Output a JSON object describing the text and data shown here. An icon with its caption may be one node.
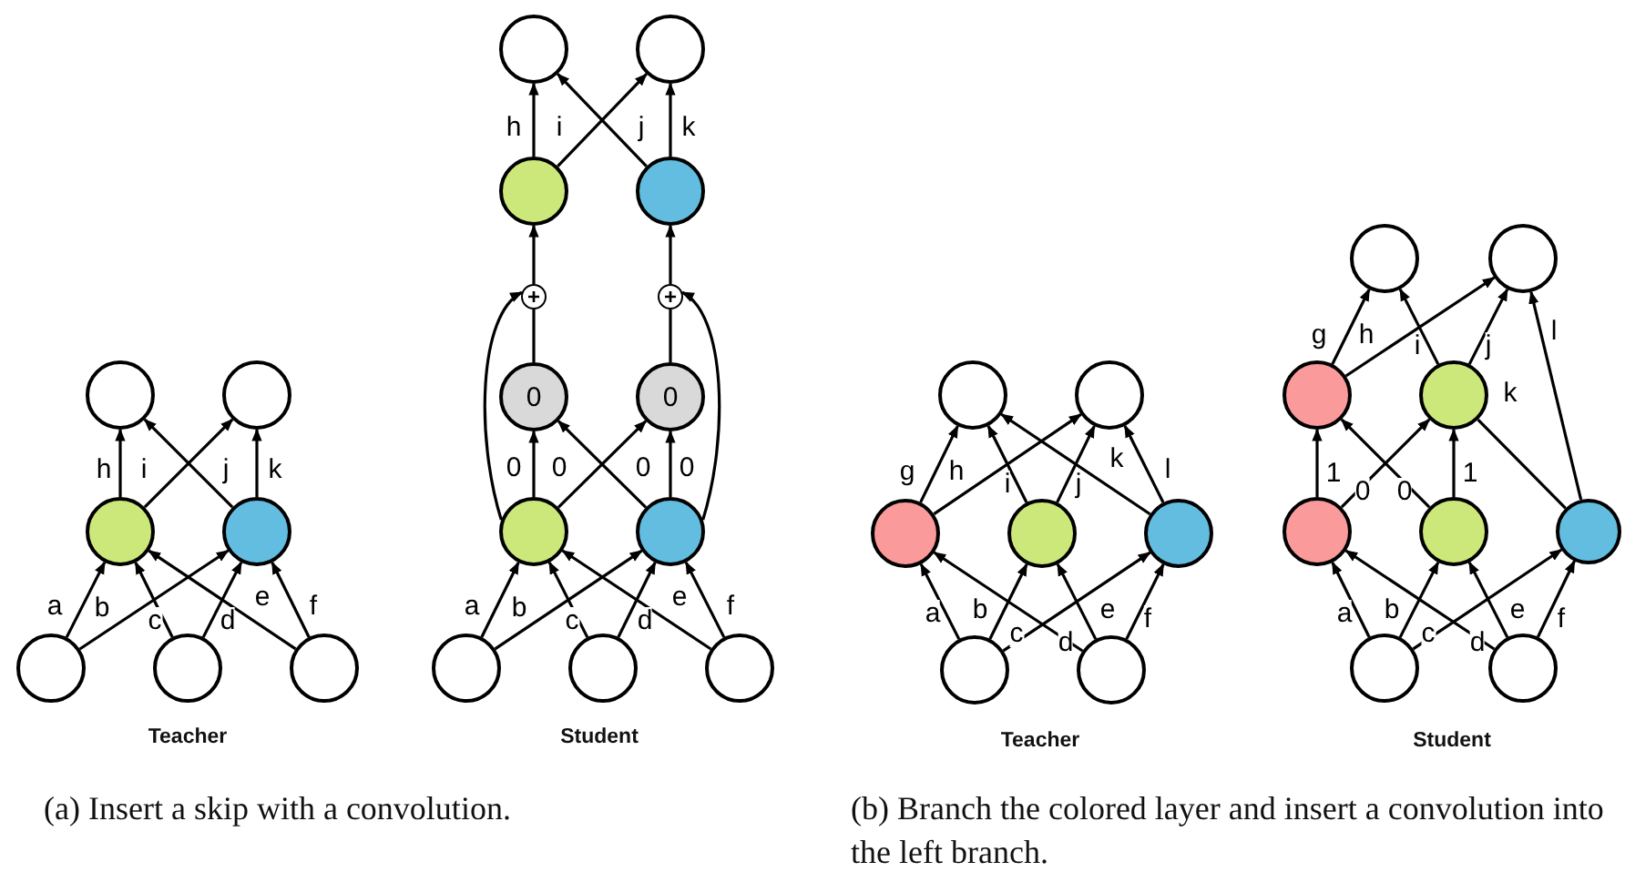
{
  "diagram": {
    "nodes": [
      {
        "text": [],
        "shape": "circle"
      },
      {
        "text": [],
        "shape": "circle"
      },
      {
        "text": [],
        "shape": "circle"
      },
      {
        "text": [],
        "shape": "circle"
      },
      {
        "text": [],
        "shape": "circle"
      },
      {
        "text": [],
        "shape": "circle"
      },
      {
        "text": [],
        "shape": "circle"
      },
      {
        "text": [],
        "shape": "circle"
      },
      {
        "text": [],
        "shape": "circle"
      },
      {
        "text": [],
        "shape": "circle"
      },
      {
        "text": [],
        "shape": "circle"
      },
      {
        "text": [],
        "shape": "circle"
      },
      {
        "text": [
          "0"
        ]
      },
      {
        "text": [
          "0"
        ]
      },
      {
        "text": [
          "+"
        ]
      },
      {
        "text": [
          "+"
        ]
      },
      {
        "text": [],
        "shape": "circle"
      },
      {
        "text": [],
        "shape": "circle"
      },
      {
        "text": [],
        "shape": "circle"
      },
      {
        "text": [],
        "shape": "circle"
      },
      {
        "text": [],
        "shape": "circle"
      },
      {
        "text": [],
        "shape": "circle"
      },
      {
        "text": [],
        "shape": "circle"
      },
      {
        "text": [],
        "shape": "circle"
      },
      {
        "text": [],
        "shape": "circle"
      },
      {
        "text": [],
        "shape": "circle"
      },
      {
        "text": [],
        "shape": "circle"
      },
      {
        "text": [],
        "shape": "circle"
      },
      {
        "text": [],
        "shape": "circle"
      },
      {
        "text": [],
        "shape": "circle"
      },
      {
        "text": [],
        "shape": "circle"
      },
      {
        "text": [],
        "shape": "circle"
      },
      {
        "text": [],
        "shape": "circle"
      },
      {
        "text": [],
        "shape": "circle"
      },
      {
        "text": [],
        "shape": "circle"
      },
      {
        "text": [],
        "shape": "circle"
      }
    ],
    "edges": [
      {
        "from": 0,
        "to": 3,
        "arrow": "to",
        "label": "a"
      },
      {
        "from": 0,
        "to": 4,
        "arrow": "to",
        "label": "b"
      },
      {
        "from": 1,
        "to": 3,
        "arrow": "to",
        "label": "c"
      },
      {
        "from": 1,
        "to": 4,
        "arrow": "to",
        "label": "d"
      },
      {
        "from": 2,
        "to": 3,
        "arrow": "to",
        "label": "e"
      },
      {
        "from": 2,
        "to": 4,
        "arrow": "to",
        "label": "f"
      },
      {
        "from": 3,
        "to": 5,
        "arrow": "to",
        "label": "h"
      },
      {
        "from": 3,
        "to": 6,
        "arrow": "to",
        "label": "i"
      },
      {
        "from": 4,
        "to": 5,
        "arrow": "to",
        "label": "j"
      },
      {
        "from": 4,
        "to": 6,
        "arrow": "to",
        "label": "k"
      },
      {
        "from": 7,
        "to": 10,
        "arrow": "to",
        "label": "a"
      },
      {
        "from": 7,
        "to": 11,
        "arrow": "to",
        "label": "b"
      },
      {
        "from": 8,
        "to": 10,
        "arrow": "to",
        "label": "c"
      },
      {
        "from": 8,
        "to": 11,
        "arrow": "to",
        "label": "d"
      },
      {
        "from": 9,
        "to": 10,
        "arrow": "to",
        "label": "e"
      },
      {
        "from": 9,
        "to": 11,
        "arrow": "to",
        "label": "f"
      },
      {
        "from": 10,
        "to": 12,
        "arrow": "to",
        "label": "0"
      },
      {
        "from": 10,
        "to": 13,
        "arrow": "to",
        "label": "0"
      },
      {
        "from": 11,
        "to": 12,
        "arrow": "to",
        "label": "0"
      },
      {
        "from": 11,
        "to": 13,
        "arrow": "to",
        "label": "0"
      },
      {
        "from": 12,
        "to": 14,
        "arrow": "none"
      },
      {
        "from": 13,
        "to": 15,
        "arrow": "none"
      },
      {
        "from": 10,
        "to": 14,
        "arrow": "to"
      },
      {
        "from": 11,
        "to": 15,
        "arrow": "to"
      },
      {
        "from": 14,
        "to": 16,
        "arrow": "to"
      },
      {
        "from": 15,
        "to": 17,
        "arrow": "to"
      },
      {
        "from": 16,
        "to": 18,
        "arrow": "to",
        "label": "h"
      },
      {
        "from": 16,
        "to": 19,
        "arrow": "to",
        "label": "i"
      },
      {
        "from": 17,
        "to": 18,
        "arrow": "to",
        "label": "j"
      },
      {
        "from": 17,
        "to": 19,
        "arrow": "to",
        "label": "k"
      },
      {
        "from": 20,
        "to": 22,
        "arrow": "to",
        "label": "a"
      },
      {
        "from": 20,
        "to": 23,
        "arrow": "to",
        "label": "b"
      },
      {
        "from": 20,
        "to": 24,
        "arrow": "to",
        "label": "c"
      },
      {
        "from": 21,
        "to": 22,
        "arrow": "to",
        "label": "d"
      },
      {
        "from": 21,
        "to": 23,
        "arrow": "to",
        "label": "e"
      },
      {
        "from": 21,
        "to": 24,
        "arrow": "to",
        "label": "f"
      },
      {
        "from": 22,
        "to": 25,
        "arrow": "to",
        "label": "g"
      },
      {
        "from": 22,
        "to": 26,
        "arrow": "to",
        "label": "h"
      },
      {
        "from": 23,
        "to": 25,
        "arrow": "to",
        "label": "i"
      },
      {
        "from": 23,
        "to": 26,
        "arrow": "to",
        "label": "j"
      },
      {
        "from": 24,
        "to": 25,
        "arrow": "to",
        "label": "k"
      },
      {
        "from": 24,
        "to": 26,
        "arrow": "to",
        "label": "l"
      },
      {
        "from": 27,
        "to": 29,
        "arrow": "to",
        "label": "a"
      },
      {
        "from": 27,
        "to": 30,
        "arrow": "to",
        "label": "b"
      },
      {
        "from": 27,
        "to": 31,
        "arrow": "to",
        "label": "c"
      },
      {
        "from": 28,
        "to": 29,
        "arrow": "to",
        "label": "d"
      },
      {
        "from": 28,
        "to": 30,
        "arrow": "to",
        "label": "e"
      },
      {
        "from": 28,
        "to": 31,
        "arrow": "to",
        "label": "f"
      },
      {
        "from": 29,
        "to": 32,
        "arrow": "to",
        "label": "1"
      },
      {
        "from": 29,
        "to": 33,
        "arrow": "to",
        "label": "0"
      },
      {
        "from": 30,
        "to": 32,
        "arrow": "to",
        "label": "0"
      },
      {
        "from": 30,
        "to": 33,
        "arrow": "to",
        "label": "1"
      },
      {
        "from": 32,
        "to": 34,
        "arrow": "to",
        "label": "g"
      },
      {
        "from": 32,
        "to": 35,
        "arrow": "to",
        "label": "h"
      },
      {
        "from": 33,
        "to": 34,
        "arrow": "to",
        "label": "i"
      },
      {
        "from": 33,
        "to": 35,
        "arrow": "to",
        "label": "j"
      },
      {
        "from": 31,
        "to": 33,
        "arrow": "none",
        "label": "k"
      },
      {
        "from": 31,
        "to": 35,
        "arrow": "to",
        "label": "l"
      }
    ],
    "labels": [
      "Teacher",
      "Student",
      "Teacher",
      "Student",
      "(a) Insert a skip with a convolution.",
      "(b) Branch the colored layer and insert a convolution into the left branch."
    ]
  }
}
